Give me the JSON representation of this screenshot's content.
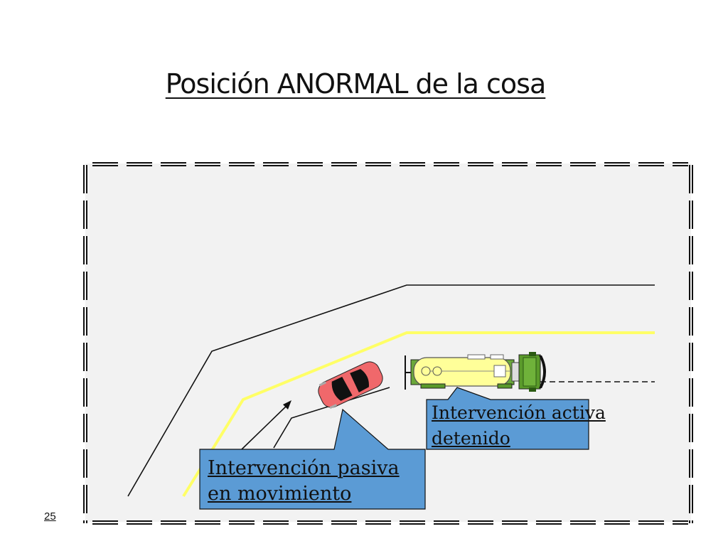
{
  "slide": {
    "title": "Posición ANORMAL de la cosa",
    "number": "25"
  },
  "callouts": {
    "active": {
      "line1": "Intervención activa",
      "line2": "detenido"
    },
    "passive": {
      "line1": "Intervención pasiva ",
      "line2": "en movimiento"
    }
  },
  "colors": {
    "background_area": "#f2f2f2",
    "road_edge": "#000000",
    "lane_line": "#ffff66",
    "callout_fill": "#5b9bd5",
    "car_body": "#f0686b",
    "truck_cab": "#5a9a2a",
    "truck_tank": "#ffff99"
  },
  "icons": {
    "car": "red-car-icon",
    "truck": "tanker-truck-icon"
  }
}
